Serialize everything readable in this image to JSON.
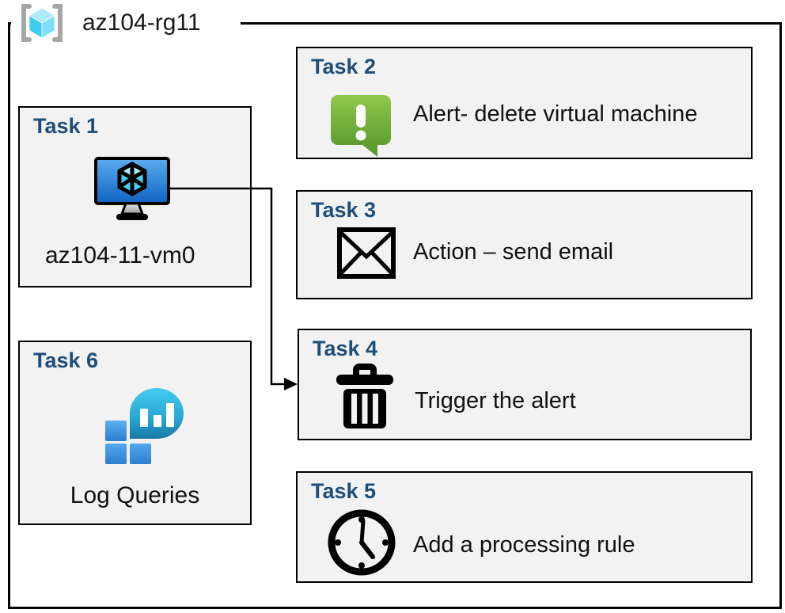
{
  "resource_group": {
    "name": "az104-rg11",
    "icon": "resource-group-icon"
  },
  "tasks": [
    {
      "header": "Task 1",
      "label": "az104-11-vm0",
      "icon": "virtual-machine-icon"
    },
    {
      "header": "Task 2",
      "label": "Alert- delete virtual machine",
      "icon": "alert-message-icon"
    },
    {
      "header": "Task 3",
      "label": "Action – send email",
      "icon": "email-envelope-icon"
    },
    {
      "header": "Task 4",
      "label": "Trigger the alert",
      "icon": "trash-delete-icon"
    },
    {
      "header": "Task 5",
      "label": "Add a processing rule",
      "icon": "clock-icon"
    },
    {
      "header": "Task 6",
      "label": "Log Queries",
      "icon": "log-analytics-icon"
    }
  ],
  "connector": {
    "from": "Task 1 virtual machine",
    "to": "Task 4",
    "style": "elbow-right-down-right-arrow"
  },
  "colors": {
    "task_header_blue": "#1F4E79",
    "box_fill": "#F2F2F2",
    "box_border": "#000000",
    "alert_green_light": "#8CC63F",
    "alert_green_dark": "#5E9E31",
    "vm_screen_blue_light": "#55A5EC",
    "vm_screen_blue_dark": "#0F63C0",
    "log_balloon_cyan": "#2FB8E0",
    "log_squares_blue": "#3E92E0",
    "rg_cube_cyan": "#6ED9F5",
    "rg_bracket_gray": "#A6A6A6"
  }
}
